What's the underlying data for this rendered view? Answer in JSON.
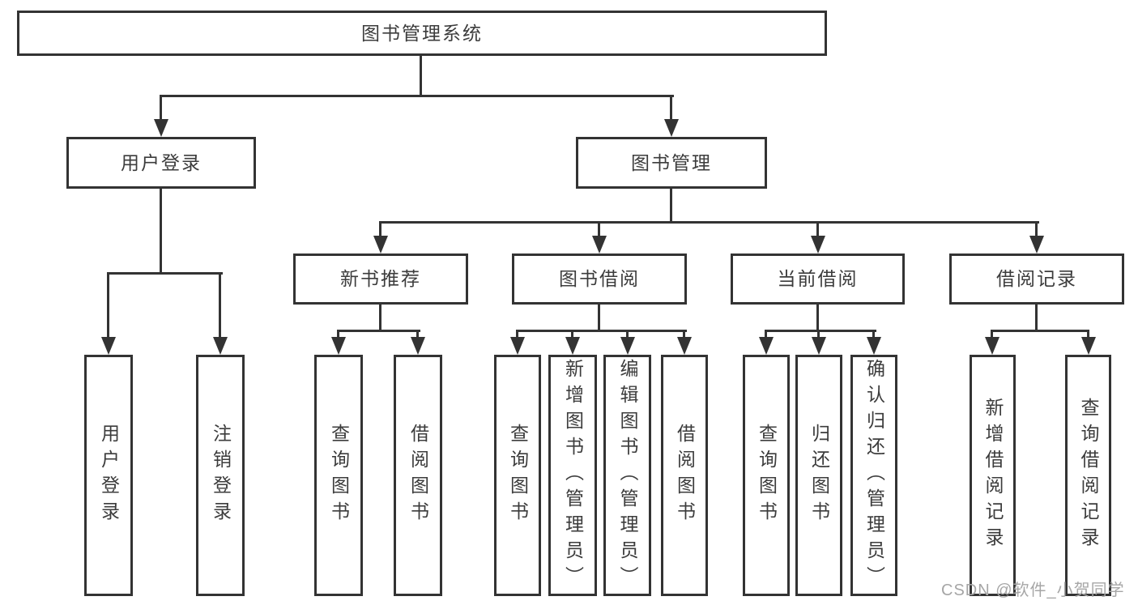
{
  "diagram": {
    "type": "hierarchy-tree",
    "title": "图书管理系统",
    "level1": [
      {
        "label": "用户登录"
      },
      {
        "label": "图书管理"
      }
    ],
    "level2": [
      {
        "parent": "图书管理",
        "label": "新书推荐"
      },
      {
        "parent": "图书管理",
        "label": "图书借阅"
      },
      {
        "parent": "图书管理",
        "label": "当前借阅"
      },
      {
        "parent": "图书管理",
        "label": "借阅记录"
      }
    ],
    "leaves": [
      {
        "parent": "用户登录",
        "label": "用户登录"
      },
      {
        "parent": "用户登录",
        "label": "注销登录"
      },
      {
        "parent": "新书推荐",
        "label": "查询图书"
      },
      {
        "parent": "新书推荐",
        "label": "借阅图书"
      },
      {
        "parent": "图书借阅",
        "label": "查询图书"
      },
      {
        "parent": "图书借阅",
        "label": "新增图书（管理员）"
      },
      {
        "parent": "图书借阅",
        "label": "编辑图书（管理员）"
      },
      {
        "parent": "图书借阅",
        "label": "借阅图书"
      },
      {
        "parent": "当前借阅",
        "label": "查询图书"
      },
      {
        "parent": "当前借阅",
        "label": "归还图书"
      },
      {
        "parent": "当前借阅",
        "label": "确认归还（管理员）"
      },
      {
        "parent": "借阅记录",
        "label": "新增借阅记录"
      },
      {
        "parent": "借阅记录",
        "label": "查询借阅记录"
      }
    ]
  },
  "watermark": "CSDN @软件_小贺同学",
  "colors": {
    "line": "#333333",
    "text": "#3c3c3c",
    "watermark": "#a6a6a6",
    "background": "#ffffff"
  }
}
